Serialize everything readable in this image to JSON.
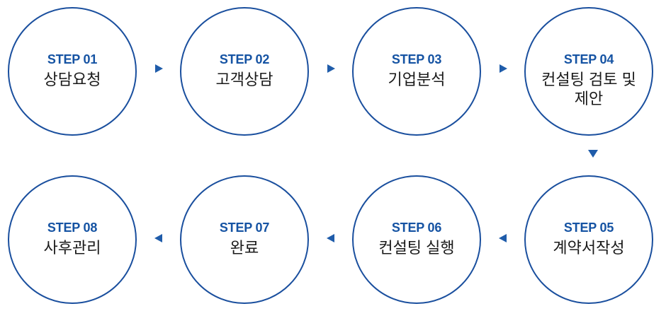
{
  "colors": {
    "circle_border": "#1a4f9e",
    "step_number": "#1553a3",
    "step_label": "#1a1a1a",
    "arrow": "#1f5caa",
    "background": "#ffffff"
  },
  "flow": {
    "row1_direction": "right",
    "connector_direction": "down",
    "row2_direction": "left"
  },
  "steps": [
    {
      "number": "STEP 01",
      "label": "상담요청"
    },
    {
      "number": "STEP 02",
      "label": "고객상담"
    },
    {
      "number": "STEP 03",
      "label": "기업분석"
    },
    {
      "number": "STEP 04",
      "label": "컨설팅 검토 및\n제안"
    },
    {
      "number": "STEP 05",
      "label": "계약서작성"
    },
    {
      "number": "STEP 06",
      "label": "컨설팅 실행"
    },
    {
      "number": "STEP 07",
      "label": "완료"
    },
    {
      "number": "STEP 08",
      "label": "사후관리"
    }
  ]
}
